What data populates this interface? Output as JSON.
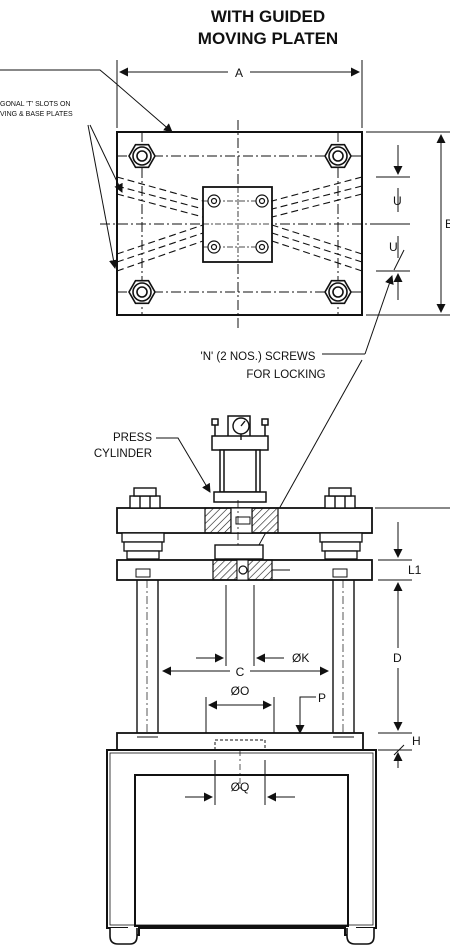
{
  "title": {
    "line1": "WITH GUIDED",
    "line2": "MOVING PLATEN"
  },
  "annotations": {
    "slots_line1": "GONAL 'T' SLOTS ON",
    "slots_line2": "VING & BASE PLATES",
    "screws_line1": "'N' (2 NOS.) SCREWS",
    "screws_line2": "FOR LOCKING",
    "cylinder_line1": "PRESS",
    "cylinder_line2": "CYLINDER"
  },
  "dimensions": {
    "a": "A",
    "b": "B",
    "u_top": "U",
    "u_bottom": "U",
    "l1": "L1",
    "k": "ØK",
    "c": "C",
    "o": "ØO",
    "p": "P",
    "d": "D",
    "h": "H",
    "q": "ØQ"
  },
  "colors": {
    "ink": "#111111",
    "paper": "#ffffff"
  }
}
